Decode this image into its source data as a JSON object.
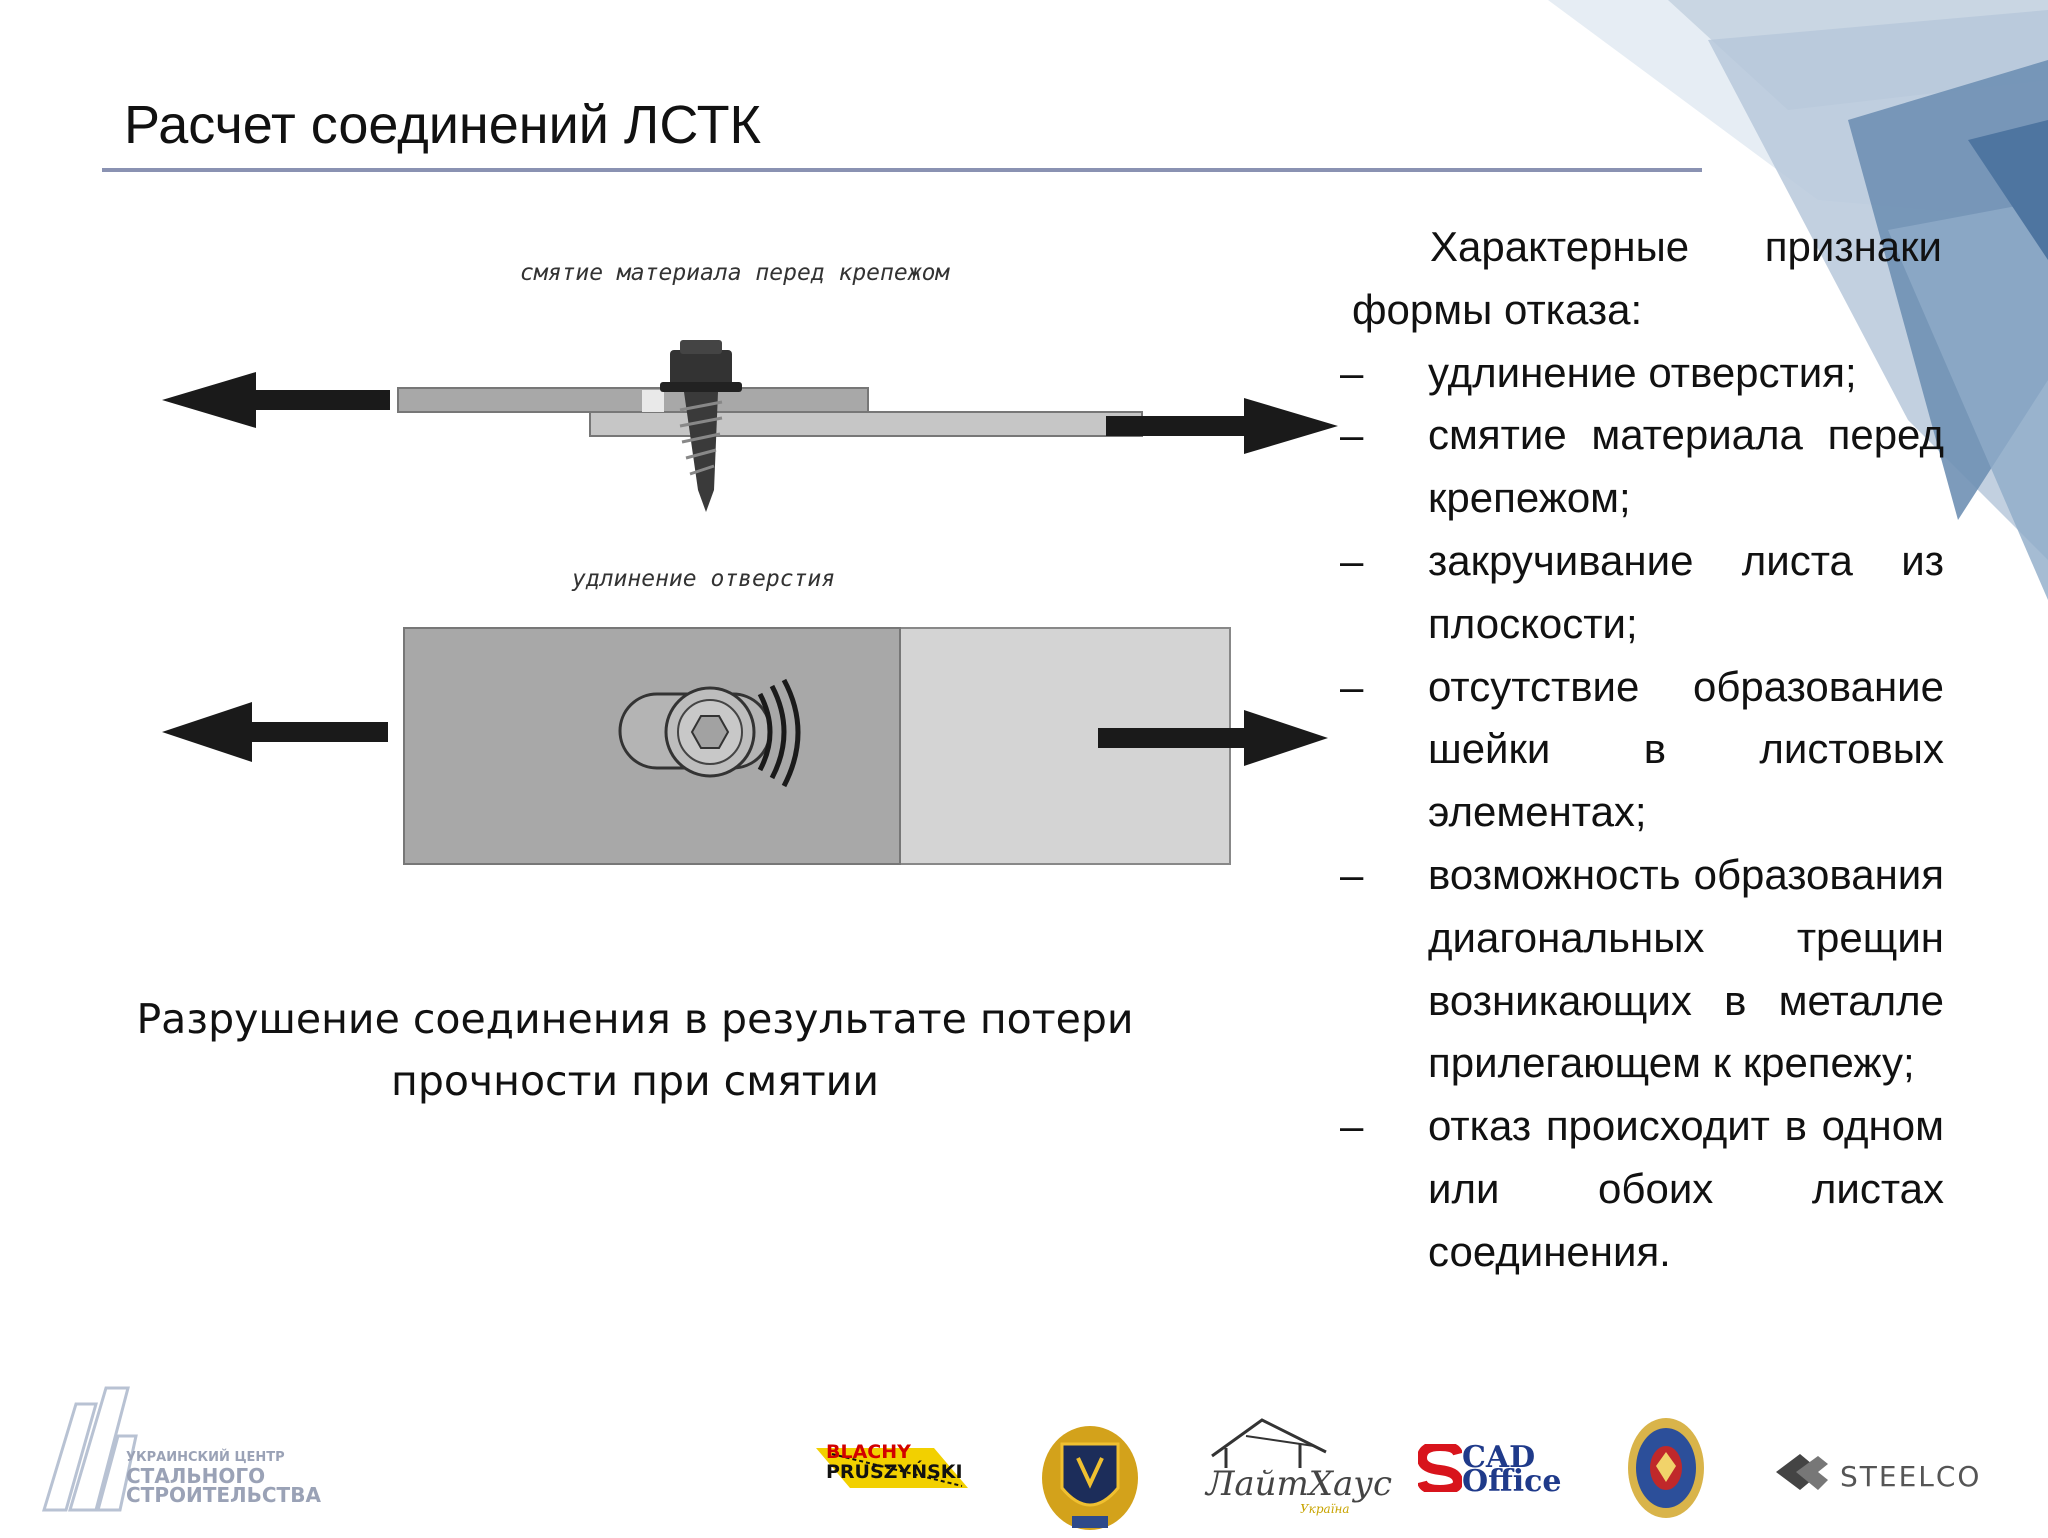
{
  "slide": {
    "title": "Расчет соединений ЛСТК"
  },
  "diagram": {
    "label_top": "смятие материала перед крепежом",
    "label_bottom": "удлинение отверстия"
  },
  "caption": {
    "line1": "Разрушение соединения в результате потери",
    "line2": "прочности при смятии"
  },
  "failure_signs": {
    "intro_line1": "Характерные признаки",
    "intro_line2": "формы отказа:",
    "dash": "–",
    "items": [
      "удлинение отверстия;",
      "смятие материала перед крепежом;",
      "закручивание листа из плоскости;",
      "отсутствие образование шейки в листовых элементах;",
      "возможность образования диагональных трещин возникающих в металле прилегающем к крепежу;",
      "отказ происходит в одном или обоих листах соединения."
    ]
  },
  "footer": {
    "org_logo_line1": "УКРАИНСКИЙ ЦЕНТР",
    "org_logo_line2": "СТАЛЬНОГО",
    "org_logo_line3": "СТРОИТЕЛЬСТВА",
    "partner_blachy_1": "BLACHY",
    "partner_blachy_2": "PRUSZYŃSKI",
    "partner_lait": "ЛайтХаус",
    "partner_lait_sub": "Україна",
    "partner_cad_1": "CAD",
    "partner_cad_2": "Office",
    "partner_steelco": "STEELCO"
  },
  "colors": {
    "title_rule": "#8a92b2",
    "plate_dark": "#a8a8a8",
    "plate_light": "#d4d4d4",
    "arrow": "#1a1a1a",
    "deco_blue": "#5a7fa8"
  }
}
